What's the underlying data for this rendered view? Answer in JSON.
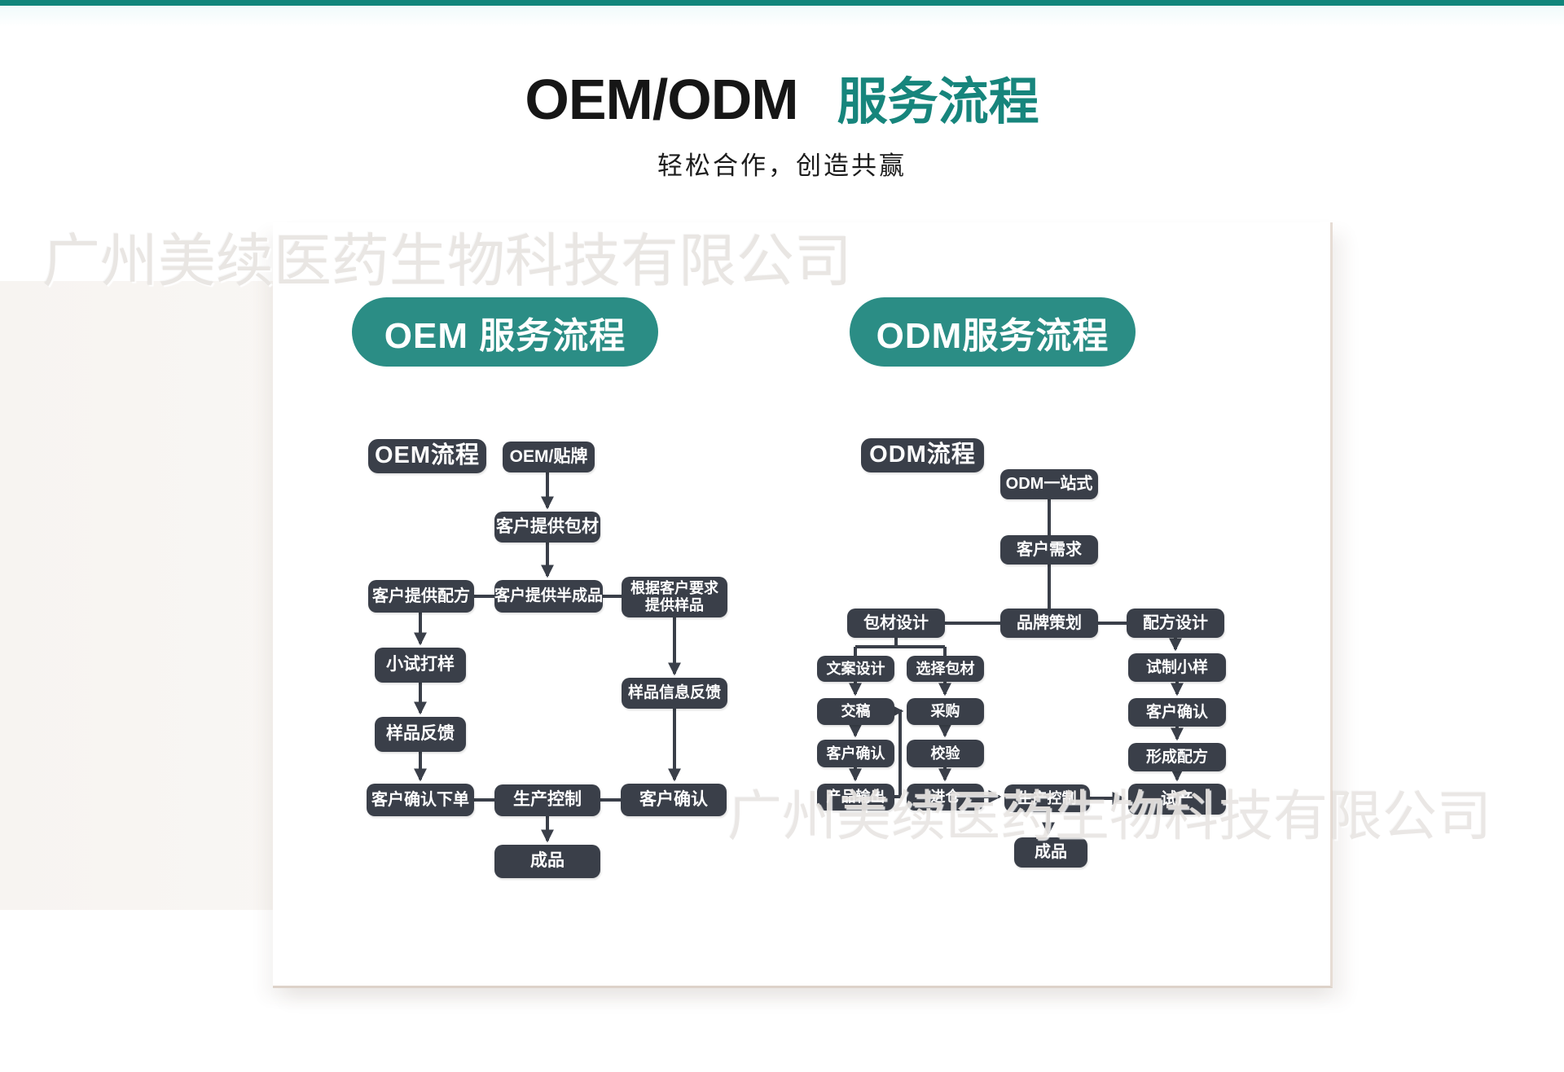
{
  "page": {
    "title_latin": "OEM/ODM",
    "title_cjk": "服务流程",
    "subtitle": "轻松合作，创造共赢",
    "watermark": "广州美续医药生物科技有限公司",
    "colors": {
      "accent_teal": "#17857c",
      "pill_teal": "#2b8d85",
      "node_dark": "#3a3f49",
      "topbar_teal": "#11857b"
    }
  },
  "pills": {
    "oem": "OEM 服务流程",
    "odm": "ODM服务流程"
  },
  "flows": {
    "oem": {
      "badge": "OEM流程",
      "nodes": {
        "start": "OEM/贴牌",
        "pkg": "客户提供包材",
        "formula": "客户提供配方",
        "semi": "客户提供半成品",
        "sample_req": "根据客户要求\n提供样品",
        "pilot": "小试打样",
        "feedback": "样品反馈",
        "sample_info": "样品信息反馈",
        "confirm_order": "客户确认下单",
        "production": "生产控制",
        "confirm": "客户确认",
        "finished": "成品"
      }
    },
    "odm": {
      "badge": "ODM流程",
      "nodes": {
        "start": "ODM一站式",
        "demand": "客户需求",
        "brand": "品牌策划",
        "pkg_design": "包材设计",
        "formula_design": "配方设计",
        "copy_design": "文案设计",
        "choose_pkg": "选择包材",
        "submit": "交稿",
        "purchase": "采购",
        "confirm_left": "客户确认",
        "check": "校验",
        "product_out": "产品输出",
        "warehouse": "进仓",
        "production": "生产控制",
        "trial": "试产",
        "trial_sample": "试制小样",
        "confirm_right": "客户确认",
        "form_formula": "形成配方",
        "finished": "成品"
      }
    }
  }
}
